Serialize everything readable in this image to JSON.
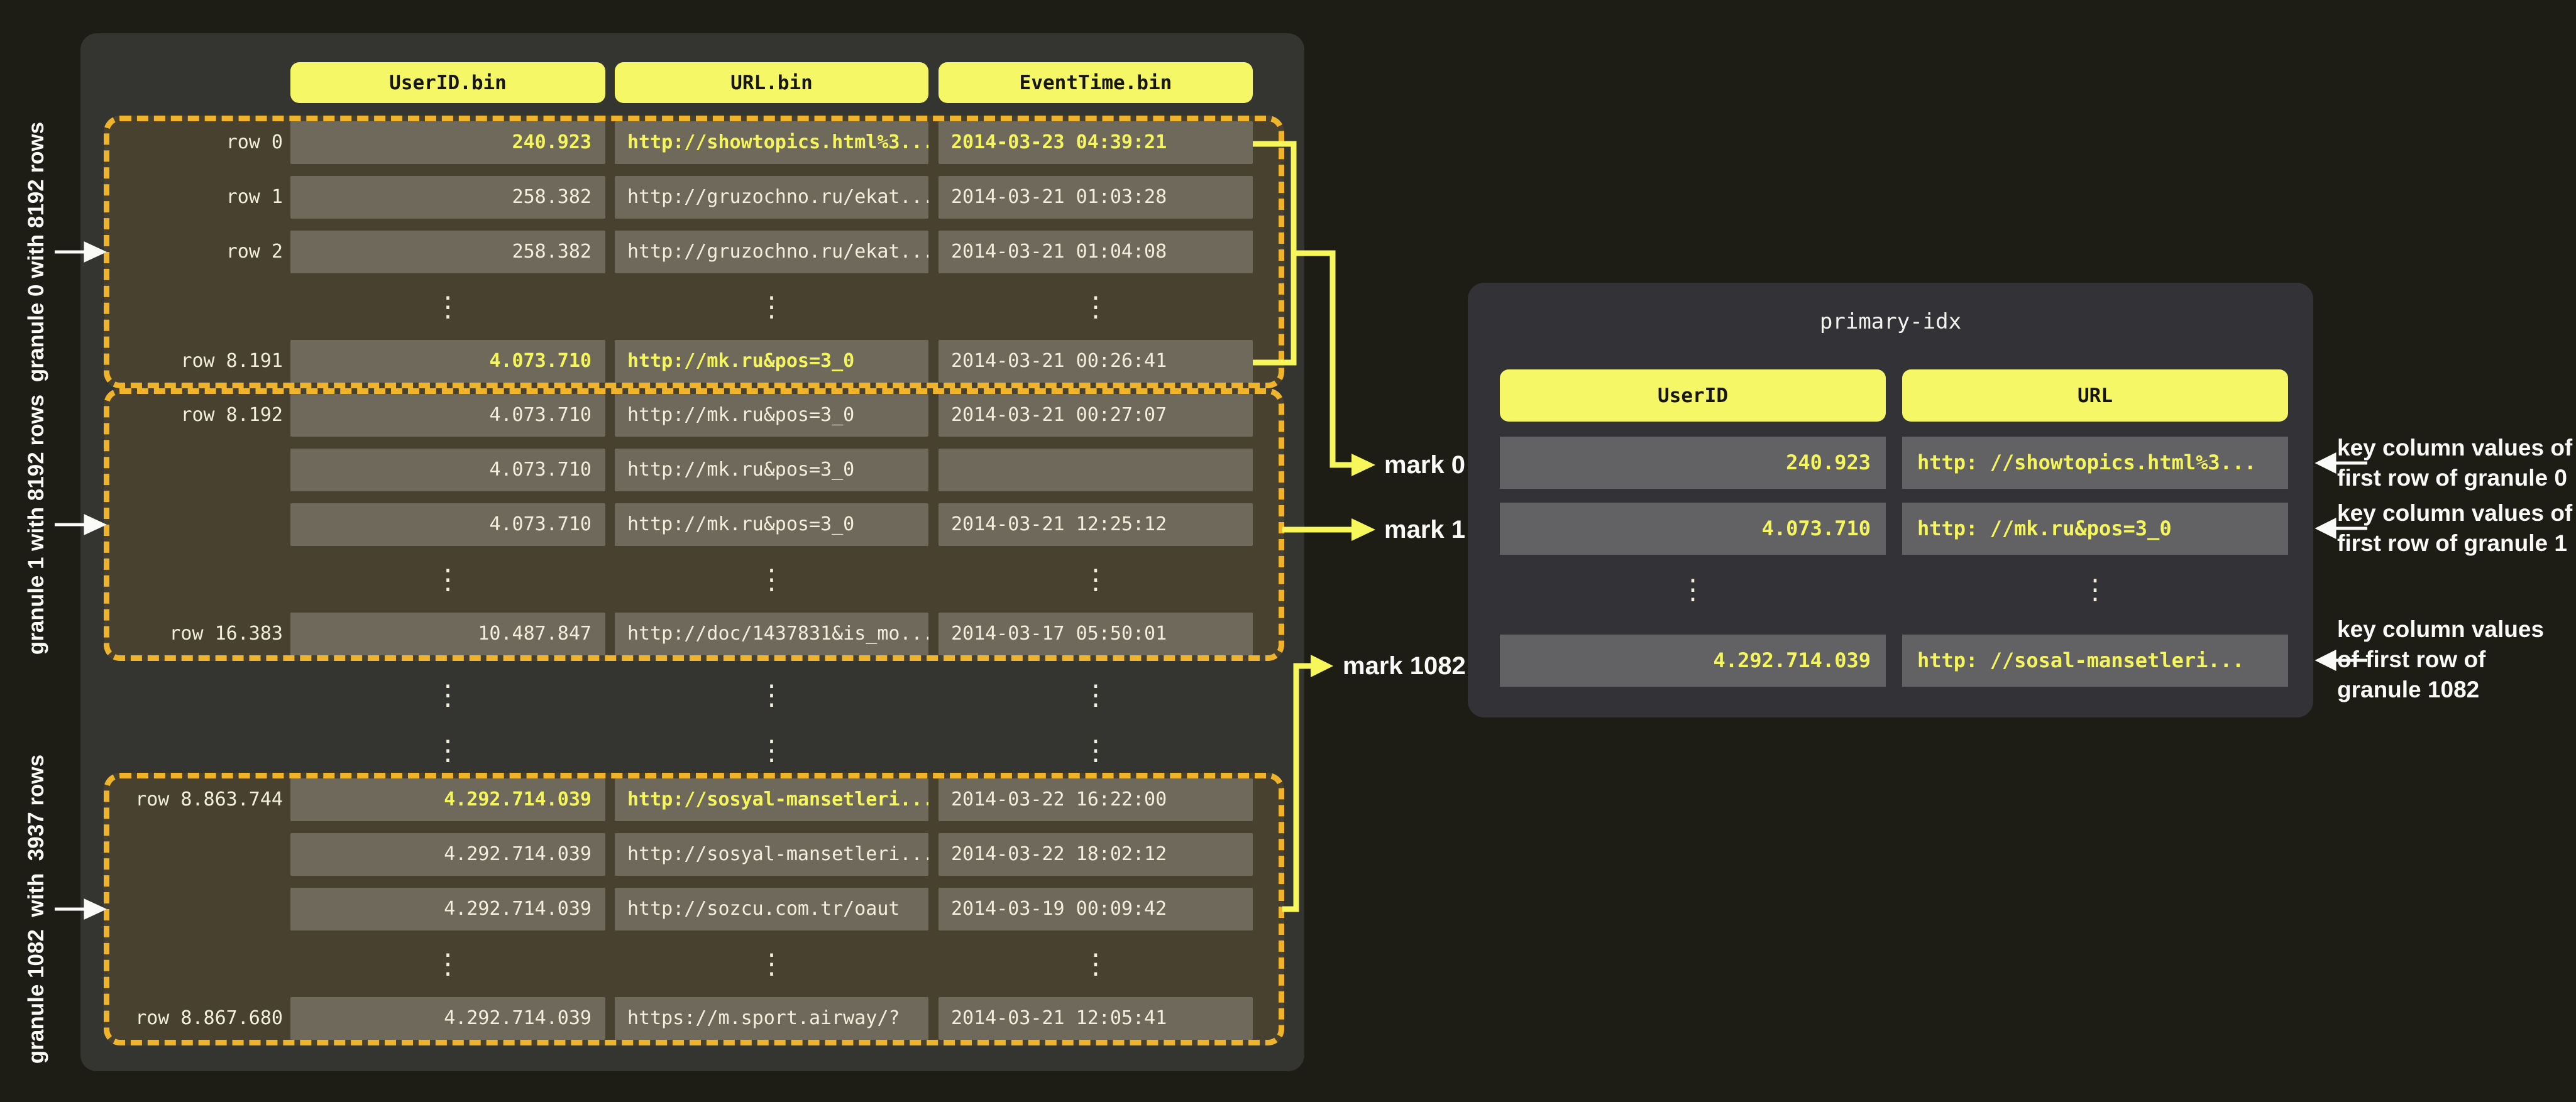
{
  "colors": {
    "page_bg": "#1d1d16",
    "panel_bg": "#343431",
    "right_panel_bg": "#323237",
    "granule_bg": "#48412f",
    "granule_dashed_border": "#f0b42c",
    "cell_bg": "#6f695b",
    "right_cell_bg": "#626264",
    "header_pill_bg": "#f5f767",
    "highlight_text": "#f5f65e",
    "normal_text": "#f3eedd",
    "connector_yellow": "#f7f75b",
    "label_white": "#fafaf8"
  },
  "glyphs": {
    "vdots": "⋮"
  },
  "left_table": {
    "headers": [
      "UserID.bin",
      "URL.bin",
      "EventTime.bin"
    ],
    "between_granules_ellipsis_rows": 2,
    "granules": [
      {
        "side_label": "granule 0 with 8192 rows",
        "rows": [
          {
            "label": "row 0",
            "user": "240.923",
            "url": "http://showtopics.html%3...",
            "time": "2014-03-23 04:39:21",
            "hl": [
              "user",
              "url",
              "time"
            ]
          },
          {
            "label": "row 1",
            "user": "258.382",
            "url": "http://gruzochno.ru/ekat...",
            "time": "2014-03-21 01:03:28"
          },
          {
            "label": "row 2",
            "user": "258.382",
            "url": "http://gruzochno.ru/ekat...",
            "time": "2014-03-21 01:04:08"
          },
          {
            "ellipsis": true
          },
          {
            "label": "row 8.191",
            "user": "4.073.710",
            "url": "http://mk.ru&pos=3_0",
            "time": "2014-03-21 00:26:41",
            "hl": [
              "user",
              "url"
            ]
          }
        ]
      },
      {
        "side_label": "granule 1 with 8192 rows",
        "rows": [
          {
            "label": "row 8.192",
            "user": "4.073.710",
            "url": "http://mk.ru&pos=3_0",
            "time": "2014-03-21 00:27:07"
          },
          {
            "user": "4.073.710",
            "url": "http://mk.ru&pos=3_0",
            "time": ""
          },
          {
            "user": "4.073.710",
            "url": "http://mk.ru&pos=3_0",
            "time": "2014-03-21 12:25:12"
          },
          {
            "ellipsis": true
          },
          {
            "label": "row 16.383",
            "user": "10.487.847",
            "url": "http://doc/1437831&is_mo...",
            "time": "2014-03-17 05:50:01"
          }
        ]
      },
      {
        "side_label": "granule 1082  with  3937 rows",
        "rows": [
          {
            "label": "row 8.863.744",
            "user": "4.292.714.039",
            "url": "http://sosyal-mansetleri...",
            "time": "2014-03-22 16:22:00",
            "hl": [
              "user",
              "url"
            ]
          },
          {
            "user": "4.292.714.039",
            "url": "http://sosyal-mansetleri...",
            "time": "2014-03-22 18:02:12"
          },
          {
            "user": "4.292.714.039",
            "url": "http://sozcu.com.tr/oaut",
            "time": "2014-03-19 00:09:42"
          },
          {
            "ellipsis": true
          },
          {
            "label": "row 8.867.680",
            "user": "4.292.714.039",
            "url": "https://m.sport.airway/?",
            "time": "2014-03-21 12:05:41"
          }
        ]
      }
    ]
  },
  "marks": [
    {
      "label": "mark 0"
    },
    {
      "label": "mark 1"
    },
    {
      "label": "mark 1082"
    }
  ],
  "primary_index": {
    "title": "primary-idx",
    "headers": [
      "UserID",
      "URL"
    ],
    "rows": [
      {
        "user": "240.923",
        "url": "http: //showtopics.html%3..."
      },
      {
        "user": "4.073.710",
        "url": "http: //mk.ru&pos=3_0"
      },
      {
        "ellipsis": true
      },
      {
        "user": "4.292.714.039",
        "url": "http: //sosal-mansetleri..."
      }
    ],
    "annotations": [
      "key column values of\nfirst row of granule 0",
      "key column values of\nfirst row of granule 1",
      "key column values\nof first row of\ngranule 1082"
    ]
  }
}
